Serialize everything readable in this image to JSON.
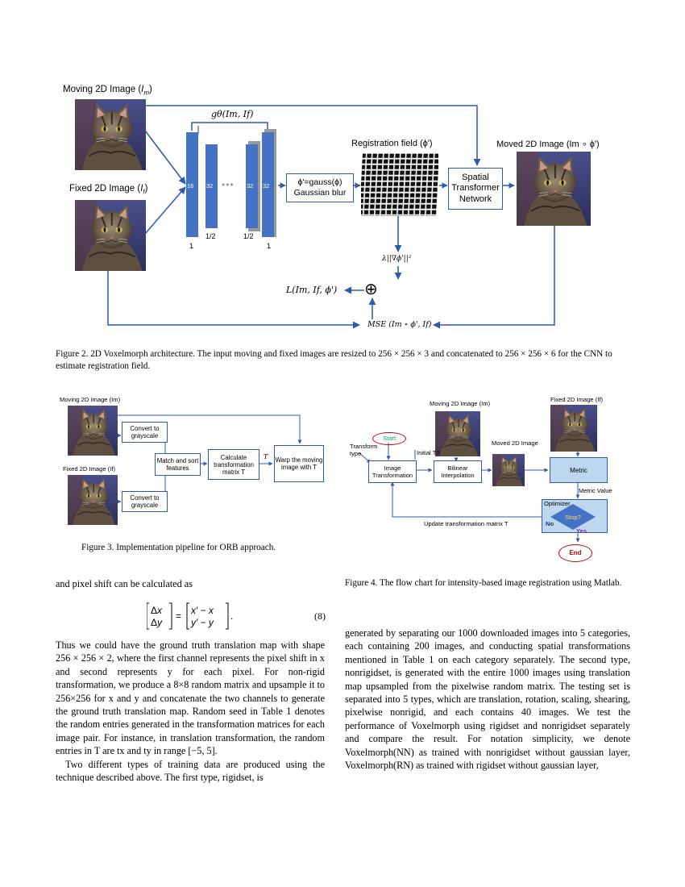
{
  "fig2": {
    "moving_label": "Moving 2D Image (",
    "moving_sym": "I",
    "moving_sub": "m",
    "moving_close": ")",
    "fixed_label": "Fixed 2D Image (",
    "fixed_sym": "I",
    "fixed_sub": "f",
    "fixed_close": ")",
    "g_theta": "gθ(Im, If)",
    "layer_16": "16",
    "layer_32a": "32",
    "layer_dots": "•••",
    "layer_32b": "32",
    "layer_32c": "32",
    "scale_1a": "1",
    "scale_half_a": "1/2",
    "scale_half_b": "1/2",
    "scale_1b": "1",
    "gauss_line1": "ϕ'=gauss(ϕ)",
    "gauss_line2": "Gaussian blur",
    "reg_field": "Registration field (ϕ')",
    "moved_label": "Moved 2D Image (Im ∘ ϕ')",
    "stn_line1": "Spatial",
    "stn_line2": "Transformer",
    "stn_line3": "Network",
    "reg_term": "λ||∇ϕ'||²",
    "loss": "L(Im, If, ϕ')",
    "plus": "⊕",
    "mse": "MSE (Im ∘ ϕ', If)"
  },
  "fig2_caption": "Figure 2. 2D Voxelmorph architecture. The input moving and fixed images are resized to 256 × 256 × 3 and concatenated to 256 × 256 × 6 for the CNN to estimate registration field.",
  "fig3": {
    "moving_label": "Moving 2D Image (Im)",
    "fixed_label": "Fixed 2D Image (If)",
    "gray1": "Convert to grayscale",
    "gray2": "Convert to grayscale",
    "match": "Match and sort features",
    "calc": "Calculate transformation matrix T",
    "t_label": "T",
    "warp": "Warp the moving image with T"
  },
  "fig3_caption": "Figure 3. Implementation pipeline for ORB approach.",
  "fig4": {
    "moving_label": "Moving 2D Image (Im)",
    "fixed_label": "Fixed 2D Image (If)",
    "moved_label": "Moved 2D Image",
    "start": "Start",
    "transform_type": "Transform type",
    "initial_t": "Initial T0",
    "image_transform": "Image Transformation",
    "bilinear": "Bilinear Interpolation",
    "metric": "Metric",
    "metric_value": "Metric Value",
    "optimizer": "Optimizer",
    "stop": "Stop?",
    "no": "No",
    "yes": "Yes",
    "end": "End",
    "update": "Update transformation matrix T"
  },
  "fig4_caption": "Figure 4. The flow chart for intensity-based image registration using Matlab.",
  "left_col": {
    "intro": "and pixel shift can be calculated as",
    "eq_num": "(8)",
    "p1": "Thus we could have the ground truth translation map with shape 256 × 256 × 2, where the first channel represents the pixel shift in x and second represents y for each pixel. For non-rigid transformation, we produce a 8×8 random matrix and upsample it to 256×256 for x and y and concatenate the two channels to generate the ground truth translation map. Random seed in Table 1 denotes the random entries generated in the transformation matrices for each image pair. For instance, in translation transformation, the random entries in T are tx and ty in range [−5, 5].",
    "p2": "Two different types of training data are produced using the technique described above. The first type, rigidset, is"
  },
  "right_col": {
    "p1": "generated by separating our 1000 downloaded images into 5 categories, each containing 200 images, and conducting spatial transformations mentioned in Table 1 on each category separately. The second type, nonrigidset, is generated with the entire 1000 images using translation map upsampled from the pixelwise random matrix. The testing set is separated into 5 types, which are translation, rotation, scaling, shearing, pixelwise nonrigid, and each contains 40 images. We test the performance of Voxelmorph using rigidset and nonrigidset separately and compare the result. For notation simplicity, we denote Voxelmorph(NN) as trained with nonrigidset without gaussian layer, Voxelmorph(RN) as trained with rigidset without gaussian layer,"
  },
  "colors": {
    "accent_blue": "#4472c4",
    "line_blue": "#2e5aa8",
    "metric_fill": "#bdd7ee",
    "diamond_fill": "#4472c4",
    "start_green": "#00a651",
    "end_red": "#c00000"
  }
}
